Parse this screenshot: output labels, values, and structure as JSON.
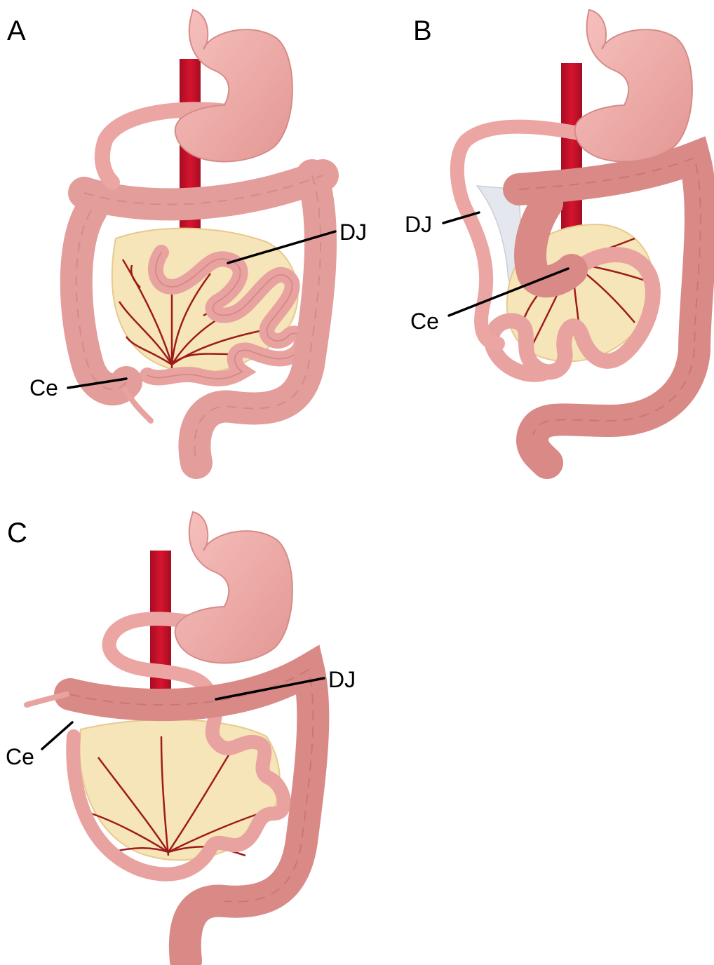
{
  "panels": [
    {
      "id": "A",
      "label": "A",
      "dj_label": "DJ",
      "ce_label": "Ce"
    },
    {
      "id": "B",
      "label": "B",
      "dj_label": "DJ",
      "ce_label": "Ce"
    },
    {
      "id": "C",
      "label": "C",
      "dj_label": "DJ",
      "ce_label": "Ce"
    }
  ],
  "colors": {
    "bowel": "#e8a3a0",
    "bowel_dark": "#c97b7b",
    "stomach": "#f0aaa8",
    "mesentery": "#f6e5b8",
    "vessel": "#9e1b1b",
    "aorta": "#c8102e",
    "peritoneal_band": "#e4e8ee"
  }
}
